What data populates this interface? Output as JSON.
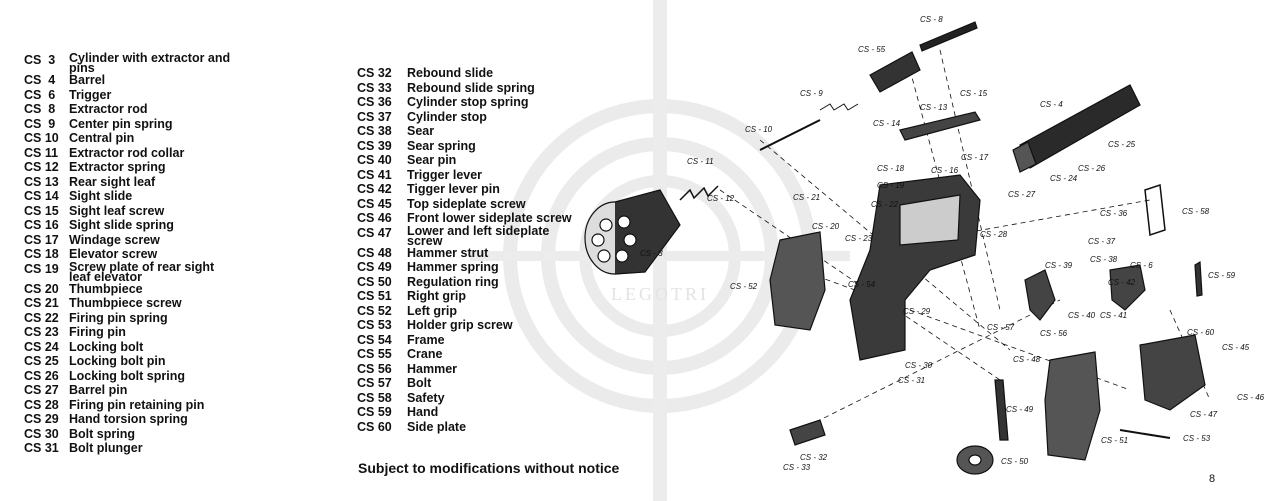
{
  "parts_left": [
    {
      "code": "CS  3",
      "name": "Cylinder with extractor and pins"
    },
    {
      "code": "CS  4",
      "name": "Barrel"
    },
    {
      "code": "CS  6",
      "name": "Trigger"
    },
    {
      "code": "CS  8",
      "name": "Extractor rod"
    },
    {
      "code": "CS  9",
      "name": "Center pin spring"
    },
    {
      "code": "CS 10",
      "name": "Central pin"
    },
    {
      "code": "CS 11",
      "name": "Extractor rod collar"
    },
    {
      "code": "CS 12",
      "name": "Extractor spring"
    },
    {
      "code": "CS 13",
      "name": "Rear sight leaf"
    },
    {
      "code": "CS 14",
      "name": "Sight slide"
    },
    {
      "code": "CS 15",
      "name": "Sight leaf screw"
    },
    {
      "code": "CS 16",
      "name": "Sight slide spring"
    },
    {
      "code": "CS 17",
      "name": "Windage screw"
    },
    {
      "code": "CS 18",
      "name": "Elevator screw"
    },
    {
      "code": "CS 19",
      "name": "Screw plate of rear sight leaf elevator"
    },
    {
      "code": "CS 20",
      "name": "Thumbpiece"
    },
    {
      "code": "CS 21",
      "name": "Thumbpiece screw"
    },
    {
      "code": "CS 22",
      "name": "Firing pin spring"
    },
    {
      "code": "CS 23",
      "name": "Firing pin"
    },
    {
      "code": "CS 24",
      "name": "Locking bolt"
    },
    {
      "code": "CS 25",
      "name": "Locking bolt pin"
    },
    {
      "code": "CS 26",
      "name": "Locking bolt spring"
    },
    {
      "code": "CS 27",
      "name": "Barrel pin"
    },
    {
      "code": "CS 28",
      "name": "Firing pin retaining pin"
    },
    {
      "code": "CS 29",
      "name": "Hand torsion spring"
    },
    {
      "code": "CS 30",
      "name": "Bolt spring"
    },
    {
      "code": "CS 31",
      "name": "Bolt plunger"
    }
  ],
  "parts_right": [
    {
      "code": "CS 32",
      "name": "Rebound slide"
    },
    {
      "code": "CS 33",
      "name": "Rebound slide spring"
    },
    {
      "code": "CS 36",
      "name": "Cylinder stop spring"
    },
    {
      "code": "CS 37",
      "name": "Cylinder stop"
    },
    {
      "code": "CS 38",
      "name": "Sear"
    },
    {
      "code": "CS 39",
      "name": "Sear spring"
    },
    {
      "code": "CS 40",
      "name": "Sear pin"
    },
    {
      "code": "CS 41",
      "name": "Trigger lever"
    },
    {
      "code": "CS 42",
      "name": "Tigger lever pin"
    },
    {
      "code": "CS 45",
      "name": "Top sideplate screw"
    },
    {
      "code": "CS 46",
      "name": "Front lower sideplate screw"
    },
    {
      "code": "CS 47",
      "name": "Lower and left sideplate screw"
    },
    {
      "code": "CS 48",
      "name": "Hammer strut"
    },
    {
      "code": "CS 49",
      "name": "Hammer spring"
    },
    {
      "code": "CS 50",
      "name": "Regulation ring"
    },
    {
      "code": "CS 51",
      "name": "Right grip"
    },
    {
      "code": "CS 52",
      "name": "Left grip"
    },
    {
      "code": "CS 53",
      "name": "Holder grip screw"
    },
    {
      "code": "CS 54",
      "name": "Frame"
    },
    {
      "code": "CS 55",
      "name": "Crane"
    },
    {
      "code": "CS 56",
      "name": "Hammer"
    },
    {
      "code": "CS 57",
      "name": "Bolt"
    },
    {
      "code": "CS 58",
      "name": "Safety"
    },
    {
      "code": "CS 59",
      "name": "Hand"
    },
    {
      "code": "CS 60",
      "name": "Side plate"
    }
  ],
  "notice": "Subject to modifications without notice",
  "page_number": "8",
  "watermark_text": "LEGOTRI",
  "diagram_callouts": [
    "CS-8",
    "CS-55",
    "CS-9",
    "CS-15",
    "CS-13",
    "CS-14",
    "CS-4",
    "CS-10",
    "CS-25",
    "CS-17",
    "CS-26",
    "CS-24",
    "CS-11",
    "CS-16",
    "CS-18",
    "CS-19",
    "CS-12",
    "CS-27",
    "CS-21",
    "CS-22",
    "CS-20",
    "CS-23",
    "CS-36",
    "CS-58",
    "CS-37",
    "CS-28",
    "CS-3",
    "CS-39",
    "CS-38",
    "CS-6",
    "CS-59",
    "CS-52",
    "CS-54",
    "CS-42",
    "CS-29",
    "CS-56",
    "CS-40",
    "CS-41",
    "CS-57",
    "CS-60",
    "CS-45",
    "CS-30",
    "CS-48",
    "CS-31",
    "CS-49",
    "CS-47",
    "CS-46",
    "CS-53",
    "CS-51",
    "CS-32",
    "CS-33",
    "CS-50"
  ],
  "colors": {
    "ink": "#111111",
    "paper": "#ffffff",
    "watermark": "#e6e6e6"
  }
}
